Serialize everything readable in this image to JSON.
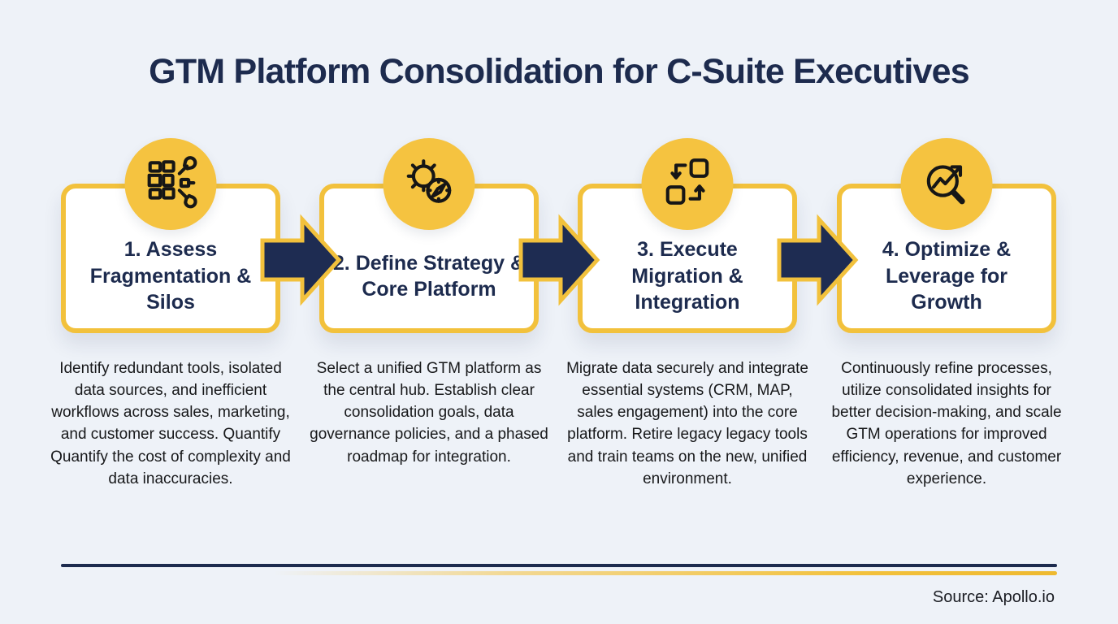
{
  "header": {
    "title": "GTM Platform Consolidation for C-Suite Executives"
  },
  "colors": {
    "background": "#eef2f8",
    "navy": "#1d2b4e",
    "yellow": "#f5c340",
    "card_border": "#f2c13c",
    "card_background": "#ffffff",
    "body_text": "#17181a"
  },
  "steps": [
    {
      "icon": "fragmented-blocks-tools-icon",
      "title": "1. Assess Fragmentation & Silos",
      "description": "Identify redundant tools, isolated data sources, and inefficient workflows across sales, marketing, and customer success. Quantify Quantify the cost of complexity and data inaccuracies."
    },
    {
      "icon": "gear-compass-icon",
      "title": "2. Define Strategy & Core Platform",
      "description": "Select a unified GTM platform as the central hub. Establish clear consolidation goals, data governance policies, and a phased roadmap for integration."
    },
    {
      "icon": "swap-squares-icon",
      "title": "3. Execute Migration & Integration",
      "description": "Migrate data securely and integrate essential systems (CRM, MAP, sales engagement) into the core platform. Retire legacy legacy tools and train teams on the new, unified environment."
    },
    {
      "icon": "growth-magnifier-icon",
      "title": "4. Optimize & Leverage for Growth",
      "description": "Continuously refine processes, utilize consolidated insights for better decision-making, and scale GTM operations for improved efficiency, revenue, and customer experience."
    }
  ],
  "footer": {
    "source_label": "Source: Apollo.io"
  }
}
